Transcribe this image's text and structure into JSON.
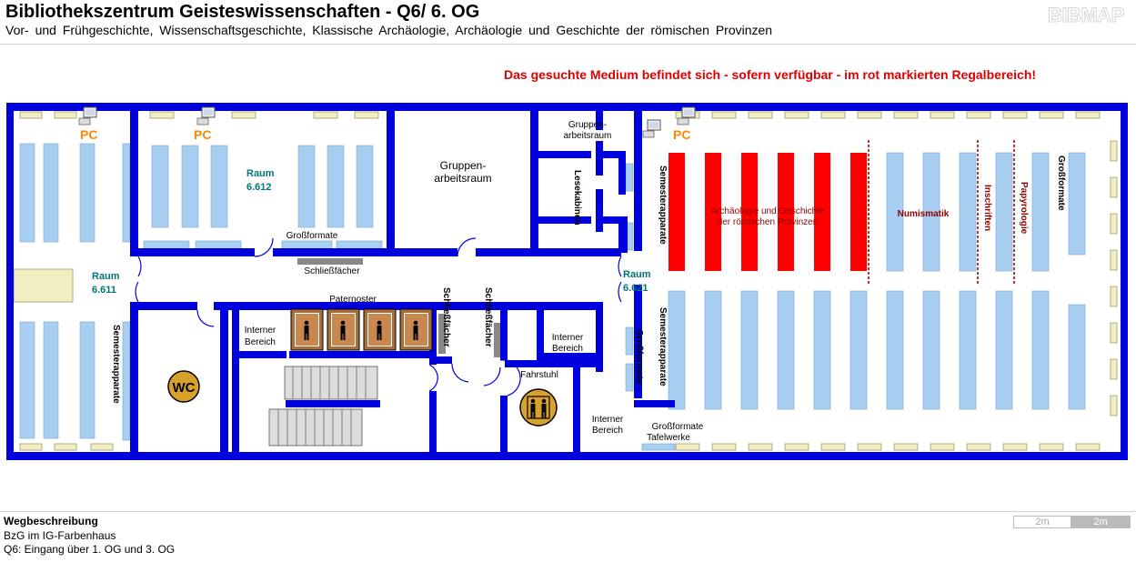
{
  "header": {
    "title": "Bibliothekszentrum Geisteswissenschaften - Q6/ 6. OG",
    "subtitle": "Vor- und Frühgeschichte, Wissenschaftsgeschichte, Klassische Archäologie, Archäologie und Geschichte der römischen Provinzen",
    "brand": "BIBMAP"
  },
  "notice": "Das gesuchte Medium befindet sich - sofern verfügbar -  im rot markierten Regalbereich!",
  "map": {
    "pc_label": "PC",
    "raum_6612": [
      "Raum",
      "6.612"
    ],
    "raum_6611": [
      "Raum",
      "6.611"
    ],
    "raum_6621": [
      "Raum",
      "6.621"
    ],
    "gruppenarbeitsraum_big": [
      "Gruppen-",
      "arbeitsraum"
    ],
    "gruppenarbeitsraum_small": [
      "Gruppen-",
      "arbeitsraum"
    ],
    "lesekabinen": "Lesekabinen",
    "grossformate": "Großformate",
    "schliessfaecher": "Schließfächer",
    "paternoster": "Paternoster",
    "interner_bereich": [
      "Interner",
      "Bereich"
    ],
    "wc": "WC",
    "fahrstuhl": "Fahrstuhl",
    "semesterapparate": "Semesterapparate",
    "grossformate_tafelwerke": [
      "Großformate",
      "Tafelwerke"
    ],
    "sections": {
      "archaeologie": [
        "Archäologie und Geschichte",
        "der römischen Provinzen"
      ],
      "numismatik": "Numismatik",
      "inschriften": "Inschriften",
      "papyrologie": "Papyrologie"
    },
    "colors": {
      "wall": "#0000dd",
      "shelf": "#a8cef2",
      "highlight": "#ff0000",
      "section_label": "#8b0000",
      "room_label": "#007777",
      "pc": "#ff8800",
      "desk": "#f3eec2"
    }
  },
  "footer": {
    "heading": "Wegbeschreibung",
    "line1": "BzG im IG-Farbenhaus",
    "line2": "Q6: Eingang über 1. OG und 3. OG"
  },
  "scale": {
    "label_a": "2m",
    "label_b": "2m"
  }
}
